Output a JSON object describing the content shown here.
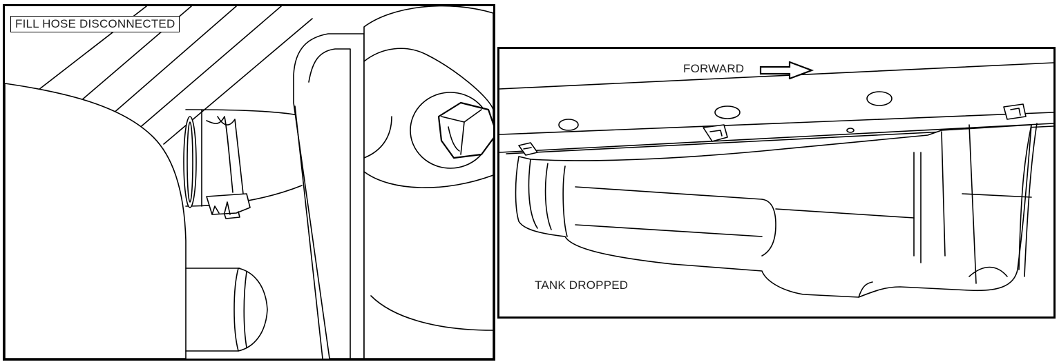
{
  "figure": {
    "left_panel": {
      "caption": "FILL HOSE DISCONNECTED"
    },
    "right_panel": {
      "direction_label": "FORWARD",
      "caption": "TANK DROPPED"
    },
    "colors": {
      "line": "#000000",
      "background": "#ffffff"
    },
    "icons": [
      "forward-arrow-icon"
    ]
  }
}
